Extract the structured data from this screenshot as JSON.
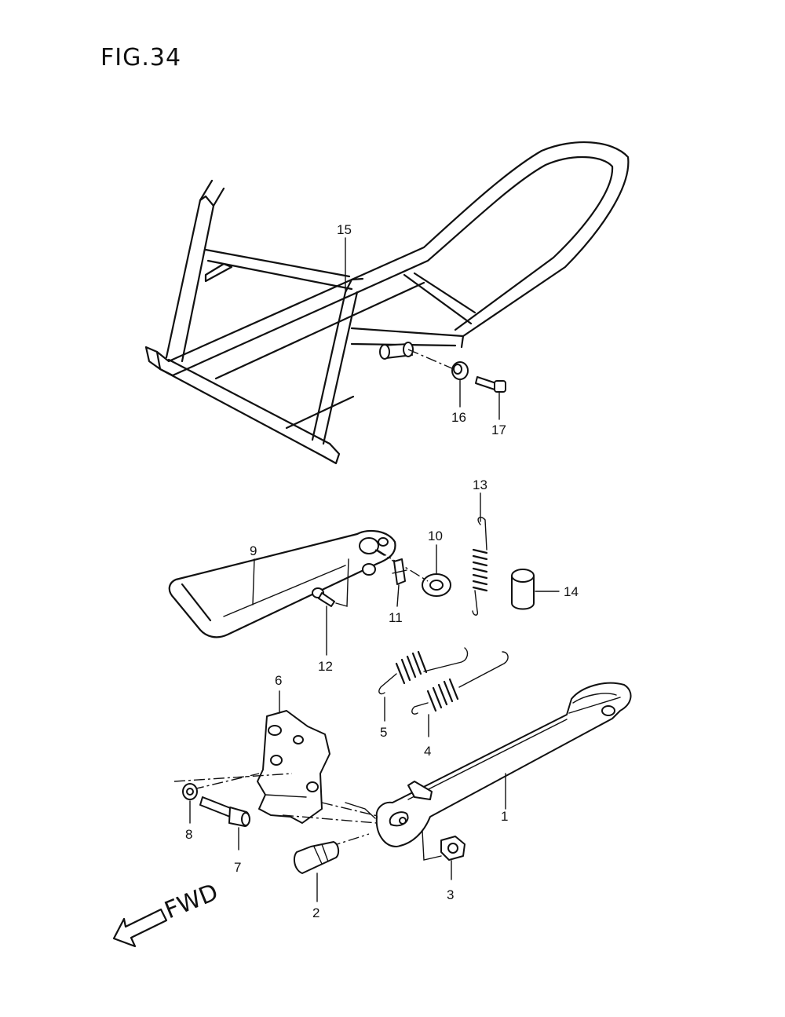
{
  "figure": {
    "title": "FIG.34"
  },
  "callouts": [
    "1",
    "2",
    "3",
    "4",
    "5",
    "6",
    "7",
    "8",
    "9",
    "10",
    "11",
    "12",
    "13",
    "14",
    "15",
    "16",
    "17"
  ],
  "direction": {
    "label": "FWD"
  }
}
